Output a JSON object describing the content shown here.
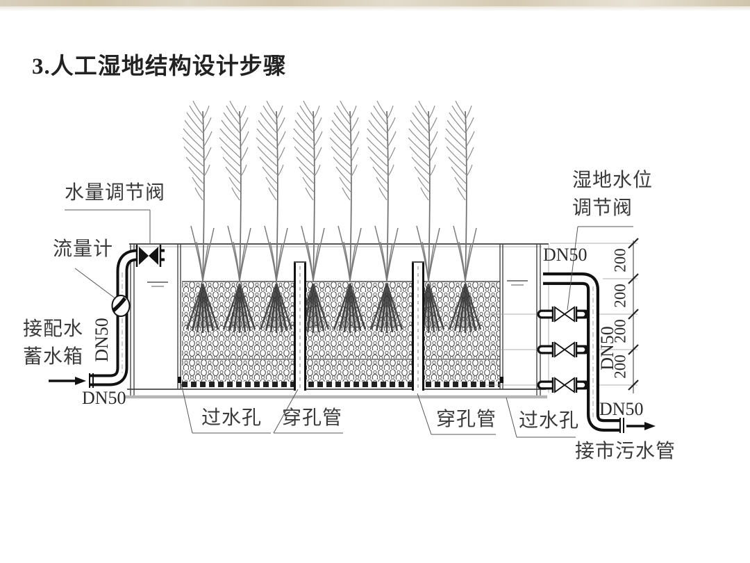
{
  "title": "3.人工湿地结构设计步骤",
  "accent_bar_color": "#cfc3ab",
  "labels": {
    "water_volume_valve": "水量调节阀",
    "flow_meter": "流量计",
    "inlet_source_line1": "接配水",
    "inlet_source_line2": "蓄水箱",
    "inlet_dn_vertical": "DN50",
    "inlet_dn_bottom": "DN50",
    "hole_left": "过水孔",
    "perforated_pipe_left": "穿孔管",
    "perforated_pipe_right": "穿孔管",
    "hole_right": "过水孔",
    "outlet_dn_top": "DN50",
    "wetland_level_valve_line1": "湿地水位",
    "wetland_level_valve_line2": "调节阀",
    "outlet_dn_vertical": "DN50",
    "outlet_dn_bottom": "DN50",
    "outlet_destination": "接市污水管"
  },
  "dimension": {
    "values": [
      "200",
      "200",
      "200",
      "200"
    ]
  }
}
